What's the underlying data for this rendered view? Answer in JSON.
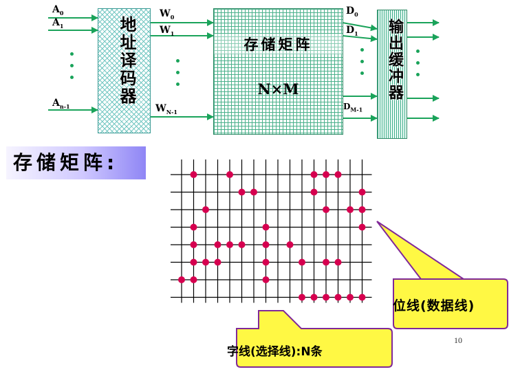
{
  "top": {
    "address_inputs": [
      "A",
      "A",
      "A"
    ],
    "address_subs": [
      "0",
      "1",
      "n-1"
    ],
    "decoder_label": "地址译码器",
    "word_lines": [
      "W",
      "W",
      "W"
    ],
    "word_subs": [
      "0",
      "1",
      "N-1"
    ],
    "matrix_title": "存储矩阵",
    "matrix_size": "N×M",
    "data_lines": [
      "D",
      "D",
      "D"
    ],
    "data_subs": [
      "0",
      "1",
      "M-1"
    ],
    "buffer_label": "输出缓冲器"
  },
  "section_title": "存储矩阵:",
  "callouts": {
    "bit_line": "位线(数据线)",
    "word_line": "字线(选择线):N条"
  },
  "page_number": "10",
  "colors": {
    "arrow": "#1aa35a",
    "dot": "#d6004f",
    "callout": "#fff83a",
    "callout_border": "#7a1d93"
  },
  "grid": {
    "vlines": 16,
    "hlines": 8,
    "cells": [
      [
        1,
        0
      ],
      [
        4,
        0
      ],
      [
        11,
        0
      ],
      [
        12,
        0
      ],
      [
        13,
        0
      ],
      [
        5,
        1
      ],
      [
        6,
        1
      ],
      [
        11,
        1
      ],
      [
        15,
        1
      ],
      [
        2,
        2
      ],
      [
        12,
        2
      ],
      [
        14,
        2
      ],
      [
        15,
        2
      ],
      [
        1,
        3
      ],
      [
        7,
        3
      ],
      [
        15,
        3
      ],
      [
        1,
        4
      ],
      [
        3,
        4
      ],
      [
        4,
        4
      ],
      [
        5,
        4
      ],
      [
        7,
        4
      ],
      [
        9,
        4
      ],
      [
        1,
        5
      ],
      [
        2,
        5
      ],
      [
        3,
        5
      ],
      [
        7,
        5
      ],
      [
        10,
        5
      ],
      [
        12,
        5
      ],
      [
        13,
        5
      ],
      [
        0,
        6
      ],
      [
        1,
        6
      ],
      [
        7,
        6
      ],
      [
        10,
        7
      ],
      [
        11,
        7
      ],
      [
        12,
        7
      ],
      [
        13,
        7
      ],
      [
        14,
        7
      ],
      [
        15,
        7
      ]
    ]
  }
}
